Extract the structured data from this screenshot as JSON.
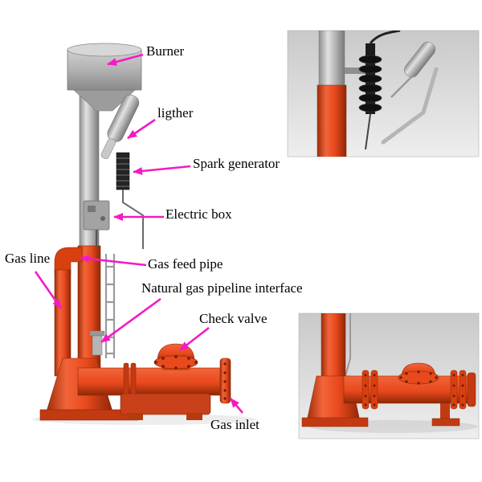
{
  "figure": {
    "labels": [
      {
        "id": "burner",
        "text": "Burner"
      },
      {
        "id": "lighter",
        "text": "ligther"
      },
      {
        "id": "spark-generator",
        "text": "Spark generator"
      },
      {
        "id": "electric-box",
        "text": "Electric box"
      },
      {
        "id": "gas-line",
        "text": "Gas line"
      },
      {
        "id": "gas-feed-pipe",
        "text": "Gas feed pipe"
      },
      {
        "id": "natural-gas-pipeline-interface",
        "text": "Natural gas pipeline interface"
      },
      {
        "id": "check-valve",
        "text": "Check valve"
      },
      {
        "id": "gas-inlet",
        "text": "Gas inlet"
      }
    ],
    "colors": {
      "arrow-color": "#f31bc4",
      "pipe-orange": "#e8491d",
      "pipe-orange-dark": "#8f2706",
      "metal-grey": "#b9b9b9",
      "background": "#ffffff"
    }
  }
}
